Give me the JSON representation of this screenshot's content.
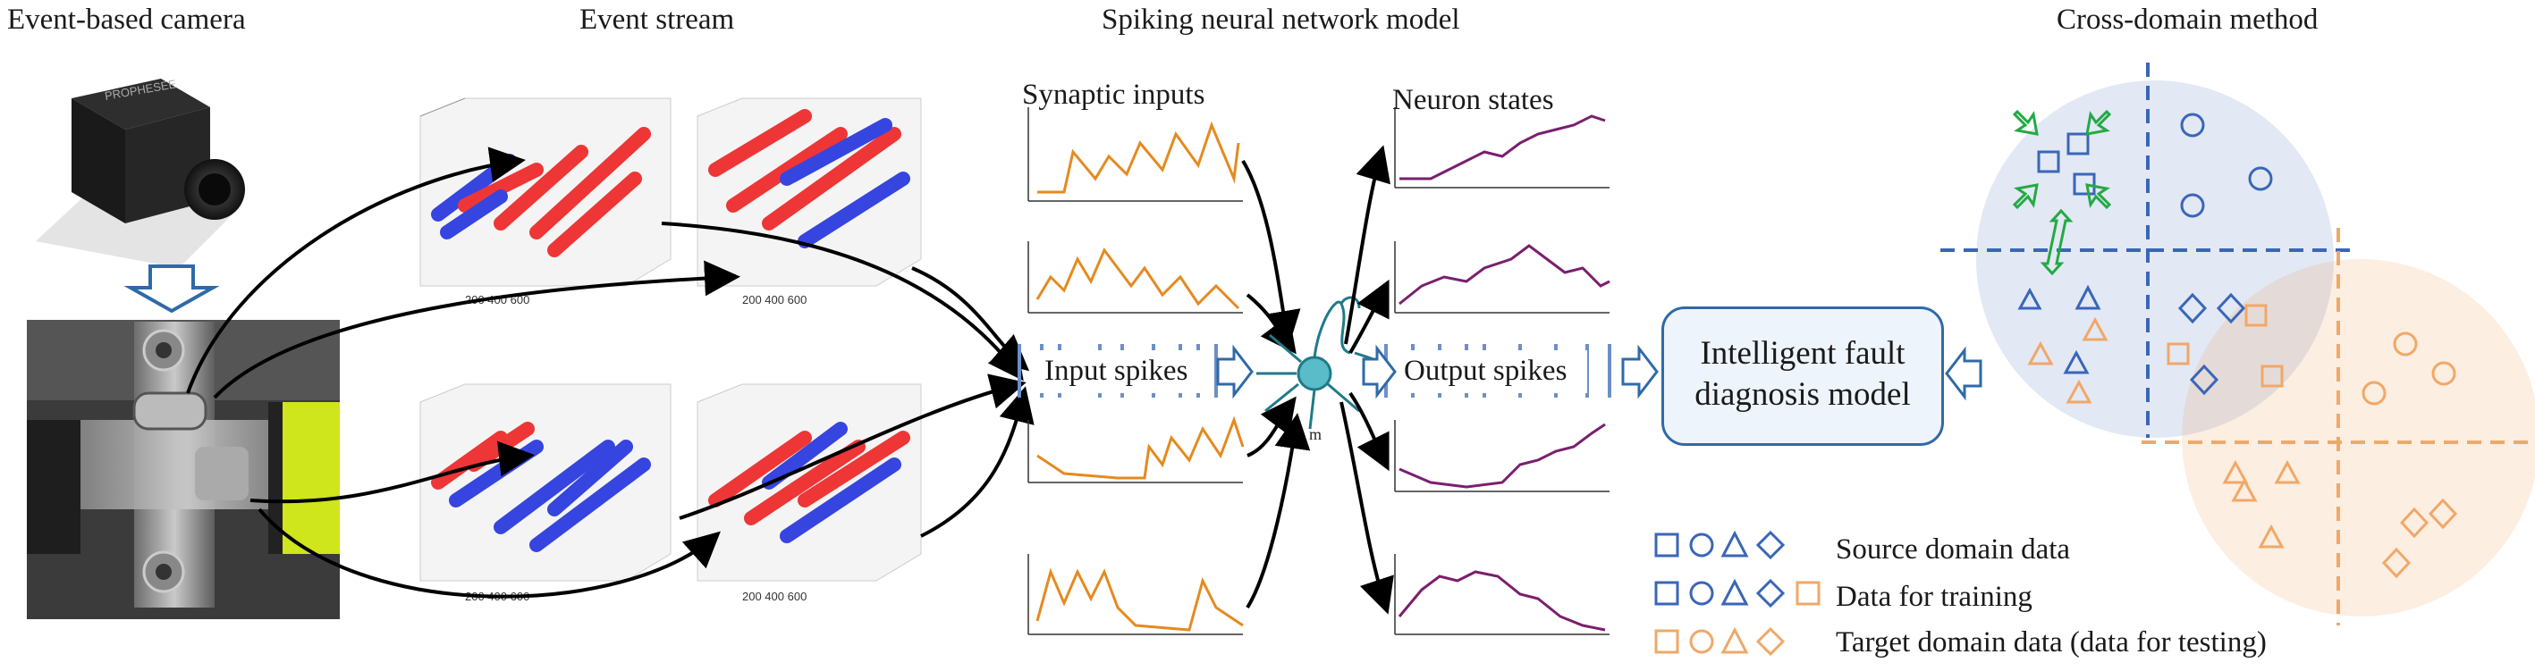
{
  "sections": {
    "camera": "Event-based camera",
    "stream": "Event stream",
    "snn": "Spiking neural network model",
    "cross": "Cross-domain method"
  },
  "snn": {
    "synaptic": "Synaptic inputs",
    "neuron": "Neuron states",
    "input_spikes": "Input spikes",
    "output_spikes": "Output spikes",
    "soma_label": "m"
  },
  "camera_brand": "PROPHESEE",
  "diagnosis_box": "Intelligent fault\ndiagnosis model",
  "legend": [
    {
      "label": "Source domain data"
    },
    {
      "label": "Data for training"
    },
    {
      "label": "Target domain data (data for testing)"
    }
  ],
  "colors": {
    "source": "#3a66b8",
    "target": "#f0a868",
    "green": "#22aa44",
    "event_red": "#ee2222",
    "event_blue": "#2233dd",
    "synaptic_line": "#e58a1f",
    "neuron_line": "#7a1f6e"
  }
}
